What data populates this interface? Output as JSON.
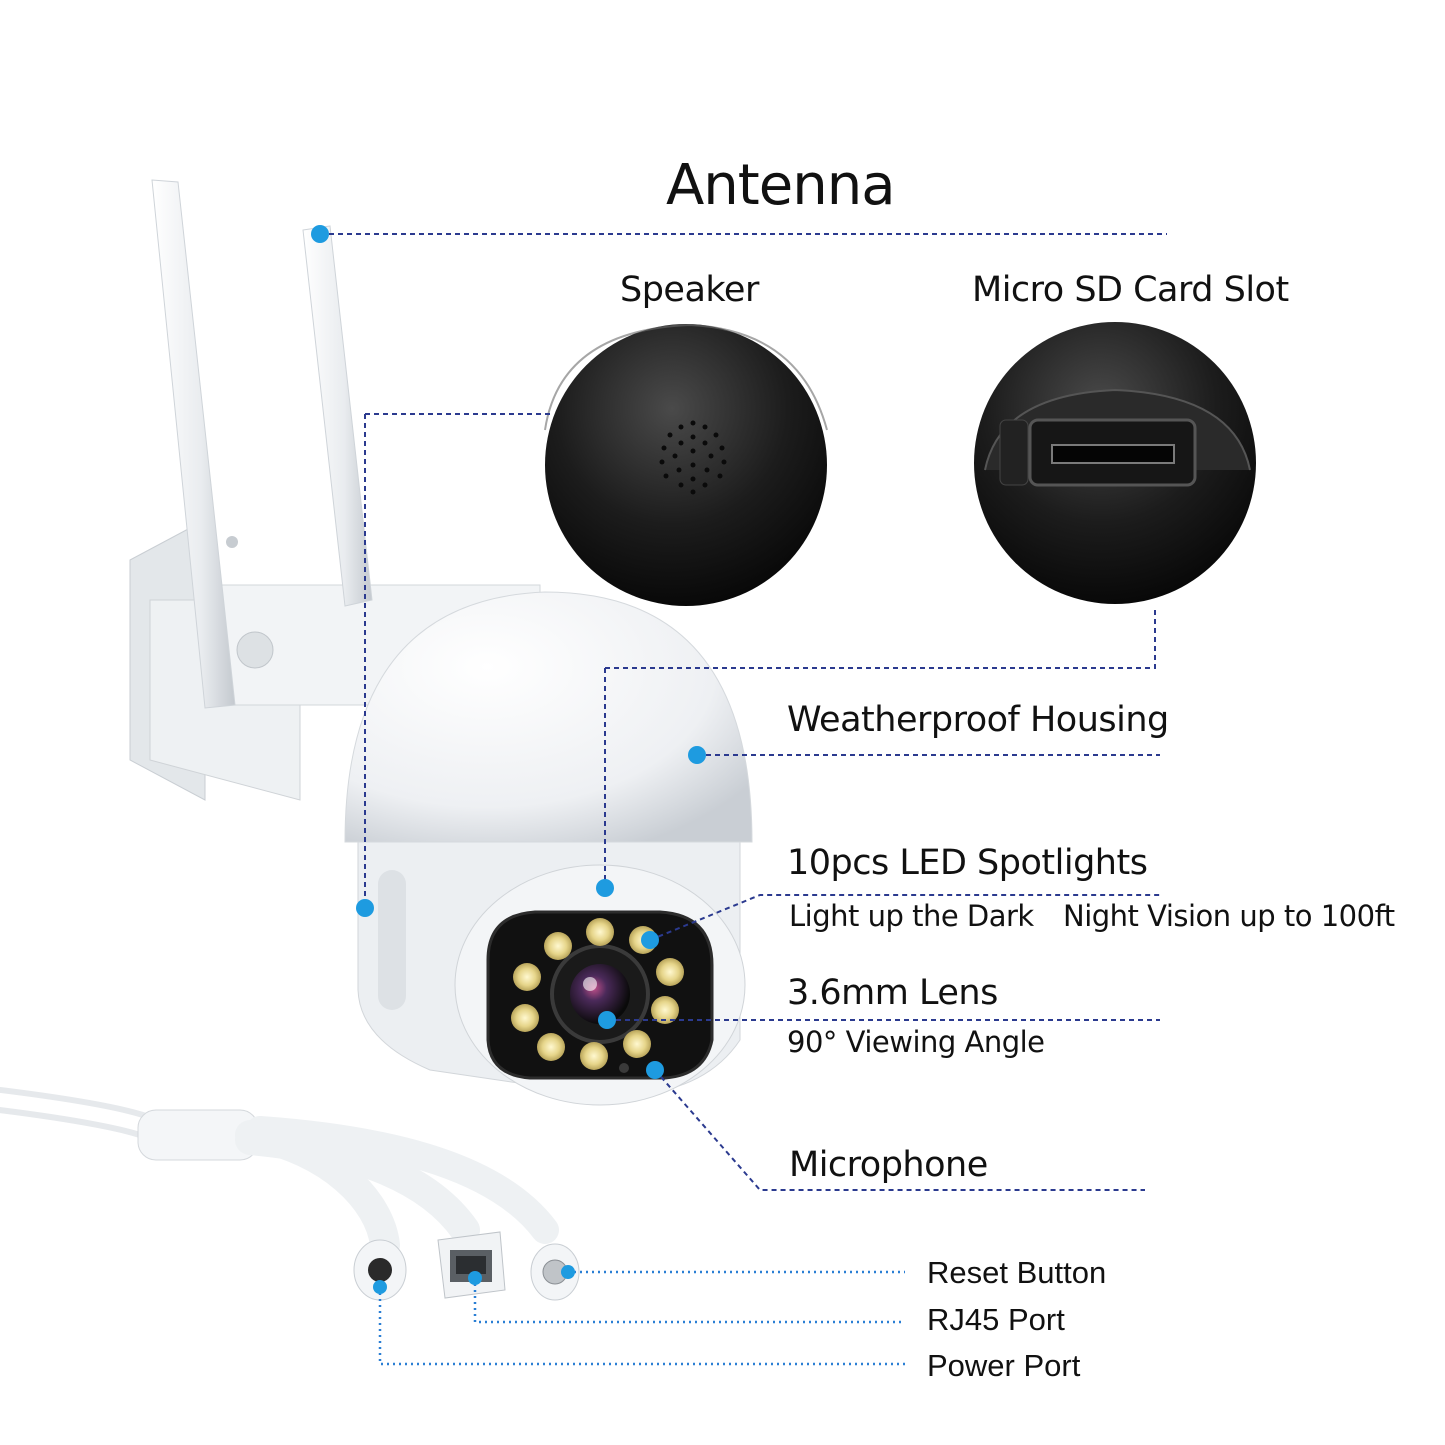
{
  "title": "Antenna",
  "labels": {
    "speaker": "Speaker",
    "sd_card": "Micro SD Card Slot",
    "housing": "Weatherproof  Housing",
    "led": "10pcs LED Spotlights",
    "led_sub1": "Light up the Dark",
    "led_sub2": "Night Vision up to 100ft",
    "lens": "3.6mm Lens",
    "lens_sub": "90° Viewing  Angle",
    "mic": "Microphone",
    "reset": "Reset Button",
    "rj45": "RJ45 Port",
    "power": "Power Port"
  },
  "colors": {
    "callout_line": "#2b3a8f",
    "port_line": "#2a7fd4",
    "marker": "#1e9be0",
    "body": "#f1f3f5",
    "dark": "#161616"
  }
}
